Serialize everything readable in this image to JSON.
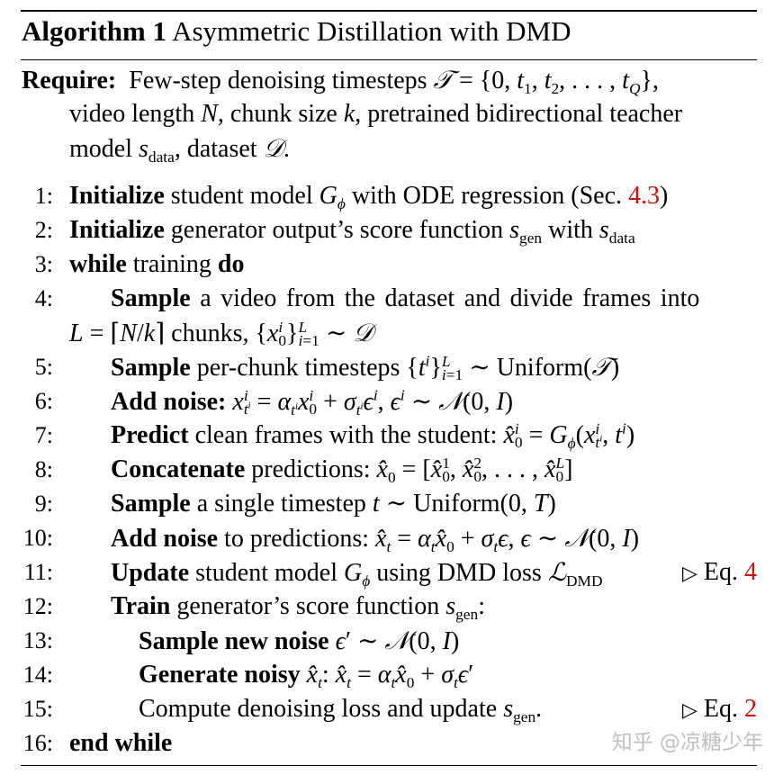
{
  "title": {
    "label": "Algorithm 1",
    "text": "Asymmetric Distillation with DMD"
  },
  "require": {
    "label": "Require:",
    "line1": "Few-step denoising timesteps",
    "line2a": "video length",
    "line2b": ", chunk size",
    "line2c": ", pretrained bidirectional teacher",
    "line3a": "model",
    "line3b": ", dataset"
  },
  "steps": [
    {
      "n": "1:",
      "kw": "Initialize",
      "text": "student model",
      "mid": "with ODE regression (Sec.",
      "ref": "4.3",
      "end": ")"
    },
    {
      "n": "2:",
      "kw": "Initialize",
      "text": "generator output’s score function",
      "mid": "with"
    },
    {
      "n": "3:",
      "kw": "while",
      "text": "training",
      "kw2": "do"
    },
    {
      "n": "4:",
      "kw": "Sample",
      "text": "a video from the dataset and divide frames into",
      "cont": "chunks,"
    },
    {
      "n": "5:",
      "kw": "Sample",
      "text": "per-chunk timesteps",
      "tail": "Uniform"
    },
    {
      "n": "6:",
      "kw": "Add noise:"
    },
    {
      "n": "7:",
      "kw": "Predict",
      "text": "clean frames with the student:"
    },
    {
      "n": "8:",
      "kw": "Concatenate",
      "text": "predictions:"
    },
    {
      "n": "9:",
      "kw": "Sample",
      "text": "a single timestep",
      "tail": "Uniform"
    },
    {
      "n": "10:",
      "kw": "Add noise",
      "text": "to predictions:"
    },
    {
      "n": "11:",
      "kw": "Update",
      "text": "student model",
      "mid": "using DMD loss",
      "cmt": "Eq.",
      "ref": "4"
    },
    {
      "n": "12:",
      "kw": "Train",
      "text": "generator’s score function"
    },
    {
      "n": "13:",
      "kw": "Sample new noise"
    },
    {
      "n": "14:",
      "kw": "Generate noisy"
    },
    {
      "n": "15:",
      "text": "Compute denoising loss and update",
      "cmt": "Eq.",
      "ref": "2"
    },
    {
      "n": "16:",
      "kw": "end while"
    }
  ],
  "watermark": "知乎 @凉糖少年",
  "colors": {
    "ref": "#d01010",
    "watermark": "#bfbfbf",
    "rule": "#000000"
  }
}
